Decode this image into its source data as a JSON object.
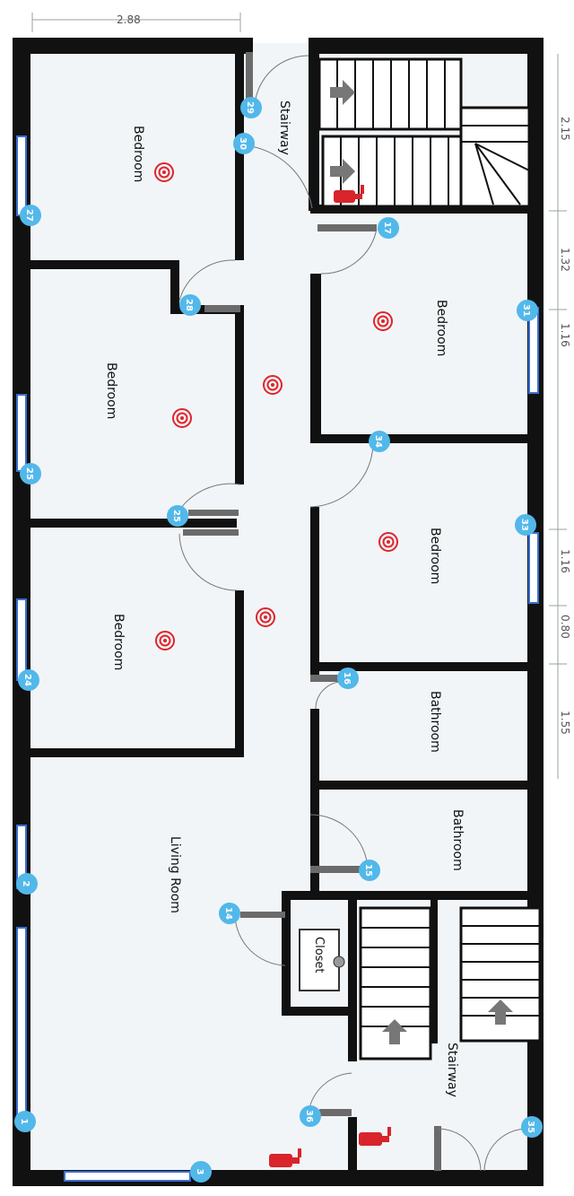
{
  "rooms": {
    "stairway_top": "Stairway",
    "bedroom_a": "Bedroom",
    "bedroom_b": "Bedroom",
    "bedroom_c": "Bedroom",
    "bedroom_d": "Bedroom",
    "bedroom_e": "Bedroom",
    "bathroom_a": "Bathroom",
    "bathroom_b": "Bathroom",
    "living_room": "Living Room",
    "closet": "Closet",
    "stairway_bottom": "Stairway"
  },
  "dimensions": {
    "top_width": "2.88",
    "right_1": "2.15",
    "right_2": "1.32",
    "right_3": "1.16",
    "right_4": "1.16",
    "right_5": "0.80",
    "right_6": "1.55"
  },
  "markers": [
    "29",
    "30",
    "27",
    "17",
    "28",
    "31",
    "34",
    "25",
    "25",
    "33",
    "24",
    "16",
    "15",
    "2",
    "14",
    "36",
    "35",
    "1",
    "3"
  ],
  "colors": {
    "wall": "#111111",
    "floor": "#f1f5f8",
    "marker": "#52b8ea",
    "target": "#e0242b",
    "extinguisher": "#d8242a",
    "window": "#3a6fd0"
  },
  "icons": {
    "target": "target-icon",
    "extinguisher": "fire-extinguisher-icon",
    "stair_arrow": "arrow-icon"
  }
}
